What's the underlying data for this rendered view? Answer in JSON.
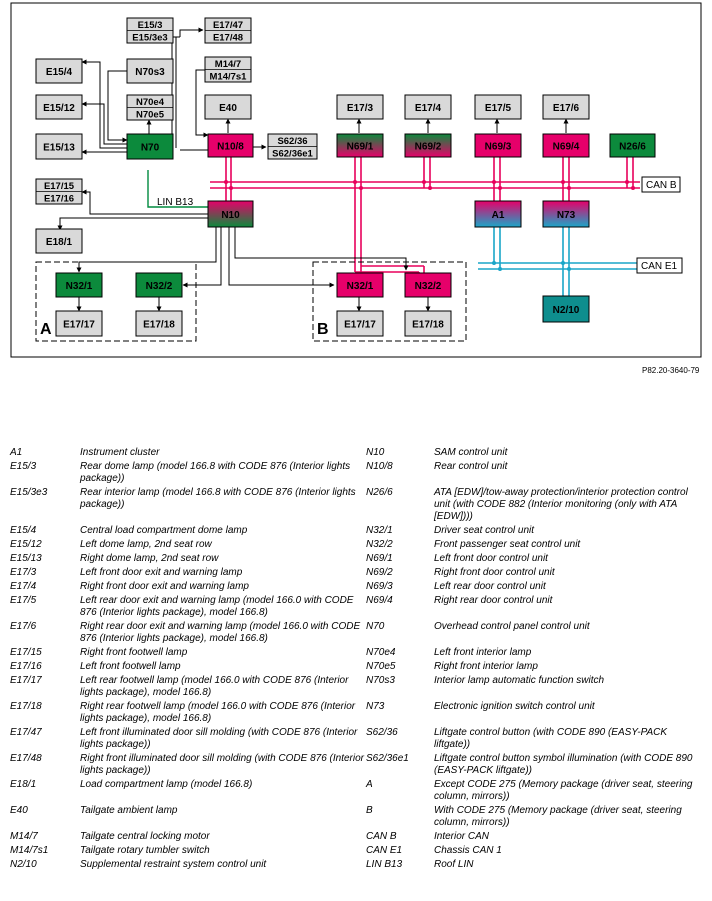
{
  "diagram": {
    "boxes": {
      "E15_3": [
        "E15/3",
        "E15/3e3"
      ],
      "E17_47": [
        "E17/47",
        "E17/48"
      ],
      "E15_4": [
        "E15/4"
      ],
      "N70s3": [
        "N70s3"
      ],
      "M14_7": [
        "M14/7",
        "M14/7s1"
      ],
      "E15_12": [
        "E15/12"
      ],
      "N70e4": [
        "N70e4",
        "N70e5"
      ],
      "E40": [
        "E40"
      ],
      "E17_3": [
        "E17/3"
      ],
      "E17_4": [
        "E17/4"
      ],
      "E17_5": [
        "E17/5"
      ],
      "E17_6": [
        "E17/6"
      ],
      "E15_13": [
        "E15/13"
      ],
      "N70": [
        "N70"
      ],
      "N10_8": [
        "N10/8"
      ],
      "S62_36": [
        "S62/36",
        "S62/36e1"
      ],
      "N69_1": [
        "N69/1"
      ],
      "N69_2": [
        "N69/2"
      ],
      "N69_3": [
        "N69/3"
      ],
      "N69_4": [
        "N69/4"
      ],
      "N26_6": [
        "N26/6"
      ],
      "E17_15": [
        "E17/15",
        "E17/16"
      ],
      "N10": [
        "N10"
      ],
      "A1": [
        "A1"
      ],
      "N73": [
        "N73"
      ],
      "E18_1": [
        "E18/1"
      ],
      "N32_1A": [
        "N32/1"
      ],
      "N32_2A": [
        "N32/2"
      ],
      "N32_1B": [
        "N32/1"
      ],
      "N32_2B": [
        "N32/2"
      ],
      "E17_17A": [
        "E17/17"
      ],
      "E17_18A": [
        "E17/18"
      ],
      "E17_17B": [
        "E17/17"
      ],
      "E17_18B": [
        "E17/18"
      ],
      "N2_10": [
        "N2/10"
      ]
    },
    "labels": {
      "lin_b13": "LIN B13",
      "can_b": "CAN B",
      "can_e1": "CAN E1",
      "group_a": "A",
      "group_b": "B"
    },
    "reference": "P82.20-3640-79",
    "colors": {
      "can_b": "#e8005c",
      "can_e1": "#1aa6c8",
      "lin": "#008a3e",
      "grey_box": "#d9d9d9",
      "green": "#0c8a3c",
      "magenta": "#e6006a",
      "teal": "#0e8e8e"
    }
  },
  "legend": [
    {
      "code": "A1",
      "desc": "Instrument cluster",
      "code2": "N10",
      "desc2": "SAM control unit"
    },
    {
      "code": "E15/3",
      "desc": "Rear dome lamp (model 166.8 with CODE 876 (Interior lights package))",
      "code2": "N10/8",
      "desc2": "Rear control unit"
    },
    {
      "code": "E15/3e3",
      "desc": "Rear interior lamp (model 166.8 with CODE 876 (Interior lights package))",
      "code2": "N26/6",
      "desc2": "ATA [EDW]/tow-away protection/interior protection control unit (with CODE 882 (Interior monitoring (only with ATA [EDW])))"
    },
    {
      "code": "E15/4",
      "desc": "Central load compartment dome lamp",
      "code2": "N32/1",
      "desc2": "Driver seat control unit"
    },
    {
      "code": "E15/12",
      "desc": "Left dome lamp, 2nd seat row",
      "code2": "N32/2",
      "desc2": "Front passenger seat control unit"
    },
    {
      "code": "E15/13",
      "desc": "Right dome lamp, 2nd seat row",
      "code2": "N69/1",
      "desc2": "Left front door control unit"
    },
    {
      "code": "E17/3",
      "desc": "Left front door exit and warning lamp",
      "code2": "N69/2",
      "desc2": "Right front door control unit"
    },
    {
      "code": "E17/4",
      "desc": "Right front door exit and warning lamp",
      "code2": "N69/3",
      "desc2": "Left rear door control unit"
    },
    {
      "code": "E17/5",
      "desc": "Left rear door exit and warning lamp (model 166.0 with CODE 876 (Interior lights package), model 166.8)",
      "code2": "N69/4",
      "desc2": "Right rear door control unit"
    },
    {
      "code": "E17/6",
      "desc": "Right rear door exit and warning lamp (model 166.0 with CODE 876 (Interior lights package), model 166.8)",
      "code2": "N70",
      "desc2": "Overhead control panel control unit"
    },
    {
      "code": "E17/15",
      "desc": "Right front footwell lamp",
      "code2": "N70e4",
      "desc2": "Left front interior lamp"
    },
    {
      "code": "E17/16",
      "desc": "Left front footwell lamp",
      "code2": "N70e5",
      "desc2": "Right front interior lamp"
    },
    {
      "code": "E17/17",
      "desc": "Left rear footwell lamp (model 166.0 with CODE 876 (Interior lights package), model 166.8)",
      "code2": "N70s3",
      "desc2": "Interior lamp automatic function switch"
    },
    {
      "code": "E17/18",
      "desc": "Right rear footwell lamp (model 166.0 with CODE 876 (Interior lights package), model 166.8)",
      "code2": "N73",
      "desc2": "Electronic ignition switch control unit"
    },
    {
      "code": "E17/47",
      "desc": "Left front illuminated door sill molding (with CODE 876 (Interior lights package))",
      "code2": "S62/36",
      "desc2": "Liftgate control button (with CODE 890 (EASY-PACK liftgate))"
    },
    {
      "code": "E17/48",
      "desc": "Right front illuminated door sill molding (with CODE 876 (Interior lights package))",
      "code2": "S62/36e1",
      "desc2": "Liftgate control button symbol illumination (with CODE 890 (EASY-PACK liftgate))"
    },
    {
      "code": "E18/1",
      "desc": "Load compartment lamp (model 166.8)",
      "code2": "A",
      "desc2": "Except CODE 275 (Memory package (driver seat, steering column, mirrors))"
    },
    {
      "code": "E40",
      "desc": "Tailgate ambient lamp",
      "code2": "B",
      "desc2": "With CODE 275 (Memory package (driver seat, steering column, mirrors))"
    },
    {
      "code": "M14/7",
      "desc": "Tailgate central locking motor",
      "code2": "CAN B",
      "desc2": "Interior CAN"
    },
    {
      "code": "M14/7s1",
      "desc": "Tailgate rotary tumbler switch",
      "code2": "CAN E1",
      "desc2": "Chassis CAN 1"
    },
    {
      "code": "N2/10",
      "desc": "Supplemental restraint system control unit",
      "code2": "LIN B13",
      "desc2": "Roof LIN"
    }
  ]
}
